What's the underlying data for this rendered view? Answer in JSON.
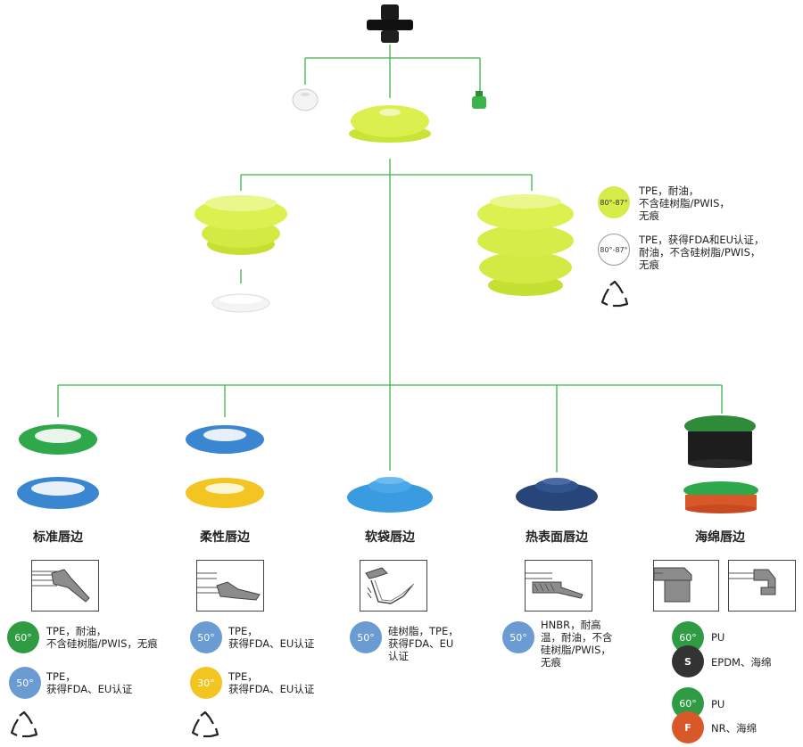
{
  "colors": {
    "line": "#3cb44b",
    "green_cup": "#2ea84a",
    "blue_cup": "#3a86d0",
    "yellow_cup": "#f2c522",
    "lime": "#cfe83a",
    "navy": "#28457a",
    "badge_green": "#2f9c44",
    "badge_blue": "#6a9bd3",
    "badge_yellow": "#f2c522",
    "badge_black": "#333333",
    "badge_orange": "#d9582a"
  },
  "legend": {
    "item1": {
      "badge": "80°-87°",
      "text": "TPE，耐油，\n不含硅树脂/PWIS，\n无痕"
    },
    "item2": {
      "badge": "80°-87°",
      "text": "TPE，获得FDA和EU认证，\n耐油，不含硅树脂/PWIS，\n无痕"
    }
  },
  "columns": [
    {
      "title": "标准唇边",
      "items": [
        {
          "badge": "60°",
          "color": "badge_green",
          "text": "TPE，耐油，\n不含硅树脂/PWIS，无痕"
        },
        {
          "badge": "50°",
          "color": "badge_blue",
          "text": "TPE，\n获得FDA、EU认证"
        }
      ]
    },
    {
      "title": "柔性唇边",
      "items": [
        {
          "badge": "50°",
          "color": "badge_blue",
          "text": "TPE，\n获得FDA、EU认证"
        },
        {
          "badge": "30°",
          "color": "badge_yellow",
          "text": "TPE，\n获得FDA、EU认证"
        }
      ]
    },
    {
      "title": "软袋唇边",
      "items": [
        {
          "badge": "50°",
          "color": "badge_blue",
          "text": "硅树脂，TPE，\n获得FDA、EU\n认证"
        }
      ]
    },
    {
      "title": "热表面唇边",
      "items": [
        {
          "badge": "50°",
          "color": "badge_blue",
          "text": "HNBR，耐高\n温，耐油，不含\n硅树脂/PWIS，\n无痕"
        }
      ]
    },
    {
      "title": "海绵唇边",
      "items": [
        {
          "badge": "60°",
          "color": "badge_green",
          "text": "PU"
        },
        {
          "badge": "S",
          "color": "badge_black",
          "text": "EPDM、海绵"
        },
        {
          "badge": "60°",
          "color": "badge_green",
          "text": "PU"
        },
        {
          "badge": "F",
          "color": "badge_orange",
          "text": "NR、海绵"
        }
      ]
    }
  ],
  "icons": [
    "recycle-icon"
  ]
}
